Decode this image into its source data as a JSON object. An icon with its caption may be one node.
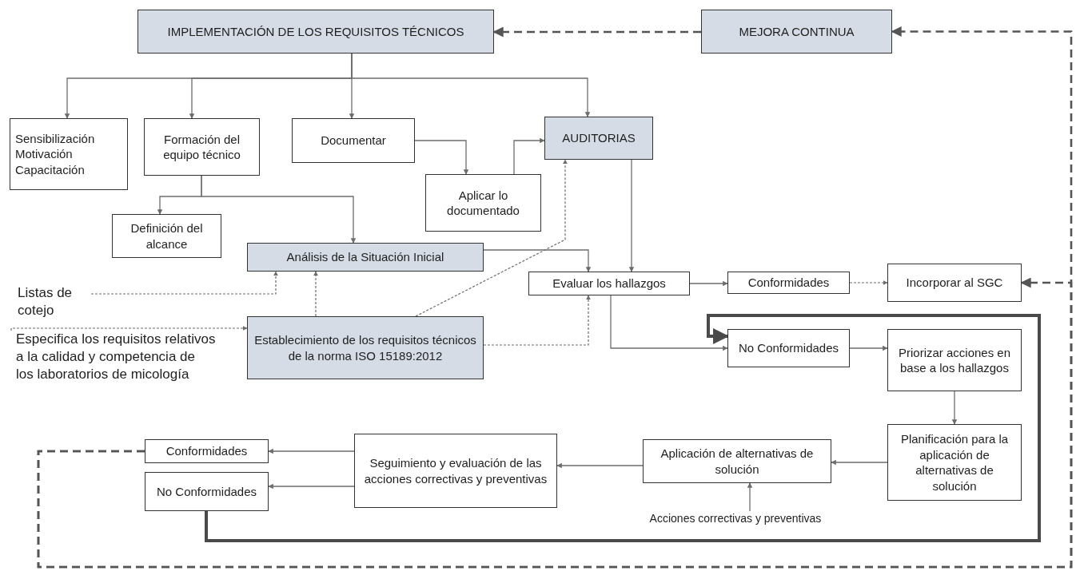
{
  "diagram": {
    "nodes": [
      {
        "text": [
          "IMPLEMENTACIÓN DE LOS REQUISITOS TÉCNICOS"
        ]
      },
      {
        "text": [
          "MEJORA CONTINUA"
        ]
      },
      {
        "text": [
          "Sensibilización Motivación Capacitación"
        ]
      },
      {
        "text": [
          "Formación del equipo técnico"
        ]
      },
      {
        "text": [
          "Documentar"
        ]
      },
      {
        "text": [
          "AUDITORIAS"
        ]
      },
      {
        "text": [
          "Aplicar lo documentado"
        ]
      },
      {
        "text": [
          "Definición del alcance"
        ]
      },
      {
        "text": [
          "Análisis de la Situación Inicial"
        ]
      },
      {
        "text": [
          "Evaluar los hallazgos"
        ]
      },
      {
        "text": [
          "Conformidades"
        ]
      },
      {
        "text": [
          "Incorporar al SGC"
        ]
      },
      {
        "text": [
          "Listas de cotejo"
        ]
      },
      {
        "text": [
          "Especifica los requisitos relativos a la calidad y competencia de los laboratorios de micología"
        ]
      },
      {
        "text": [
          "Establecimiento de los requisitos técnicos de la norma ISO 15189:2012"
        ]
      },
      {
        "text": [
          "No Conformidades"
        ]
      },
      {
        "text": [
          "Priorizar acciones en base a los hallazgos"
        ]
      },
      {
        "text": [
          "Planificación para la aplicación de alternativas de solución"
        ]
      },
      {
        "text": [
          "Aplicación de alternativas de solución"
        ]
      },
      {
        "text": [
          "Acciones correctivas y preventivas"
        ]
      },
      {
        "text": [
          "Seguimiento y evaluación de las acciones correctivas y preventivas"
        ]
      },
      {
        "text": [
          "Conformidades"
        ]
      },
      {
        "text": [
          "No Conformidades"
        ]
      }
    ],
    "edges": [
      {
        "from": 0,
        "to": 2,
        "arrow": "to"
      },
      {
        "from": 0,
        "to": 3,
        "arrow": "to"
      },
      {
        "from": 0,
        "to": 4,
        "arrow": "to"
      },
      {
        "from": 0,
        "to": 5,
        "arrow": "to"
      },
      {
        "from": 1,
        "to": 0,
        "arrow": "to",
        "style": "dashed",
        "color": "#555555"
      },
      {
        "from": 3,
        "to": 7,
        "arrow": "to"
      },
      {
        "from": 3,
        "to": 8,
        "arrow": "to"
      },
      {
        "from": 4,
        "to": 6,
        "arrow": "to"
      },
      {
        "from": 6,
        "to": 5,
        "arrow": "to"
      },
      {
        "from": 5,
        "to": 9,
        "arrow": "to"
      },
      {
        "from": 8,
        "to": 9,
        "arrow": "to"
      },
      {
        "from": 14,
        "to": 8,
        "arrow": "to",
        "style": "dashed"
      },
      {
        "from": 14,
        "to": 5,
        "arrow": "to",
        "style": "dashed"
      },
      {
        "from": 14,
        "to": 9,
        "arrow": "to",
        "style": "dashed"
      },
      {
        "from": 12,
        "to": 8,
        "arrow": "to",
        "style": "dashed"
      },
      {
        "from": 13,
        "to": 14,
        "arrow": "to",
        "style": "dashed"
      },
      {
        "from": 9,
        "to": 10,
        "arrow": "to"
      },
      {
        "from": 9,
        "to": 15,
        "arrow": "to"
      },
      {
        "from": 10,
        "to": 11,
        "arrow": "to",
        "style": "dashed"
      },
      {
        "from": 15,
        "to": 16,
        "arrow": "to"
      },
      {
        "from": 16,
        "to": 17,
        "arrow": "to"
      },
      {
        "from": 17,
        "to": 18,
        "arrow": "to"
      },
      {
        "from": 19,
        "to": 18,
        "arrow": "to"
      },
      {
        "from": 18,
        "to": 20,
        "arrow": "to"
      },
      {
        "from": 20,
        "to": 21,
        "arrow": "to"
      },
      {
        "from": 20,
        "to": 22,
        "arrow": "to"
      },
      {
        "from": 22,
        "to": 15,
        "arrow": "to",
        "style": "thick"
      },
      {
        "from": 21,
        "to": 11,
        "arrow": "to",
        "style": "dashed",
        "color": "#555555"
      },
      {
        "from": 21,
        "to": 1,
        "arrow": "to",
        "style": "dashed",
        "color": "#555555"
      }
    ]
  }
}
